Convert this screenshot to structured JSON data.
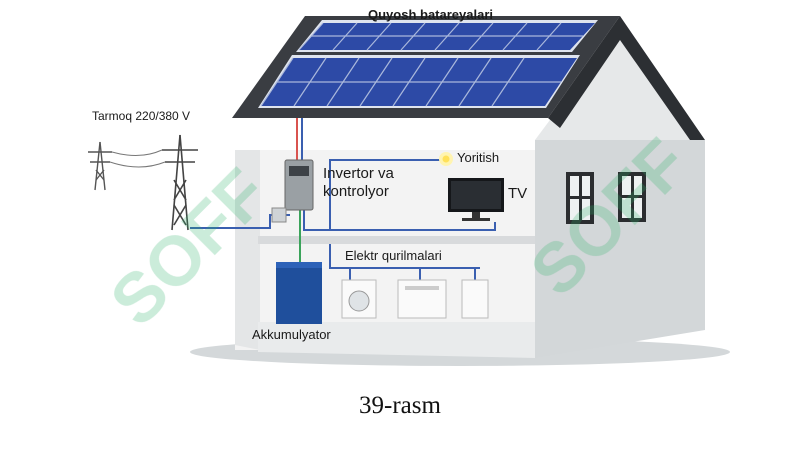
{
  "labels": {
    "panels": "Quyosh batareyalari",
    "grid": "Tarmoq 220/380 V",
    "lighting": "Yoritish",
    "inverter_line1": "Invertor va",
    "inverter_line2": "kontrolyor",
    "tv": "TV",
    "appliances": "Elektr qurilmalari",
    "battery": "Akkumulyator"
  },
  "caption": "39-rasm",
  "colors": {
    "panel_cell": "#2d4aa6",
    "roof": "#3a3d42",
    "wall_light": "#efefef",
    "wall_shade": "#cfd3d5",
    "battery": "#1f4f9c",
    "wire_positive": "#d9534f",
    "wire_negative": "#3a5fb0",
    "wire_ground": "#3aa35a",
    "watermark": "#2fb06a"
  }
}
